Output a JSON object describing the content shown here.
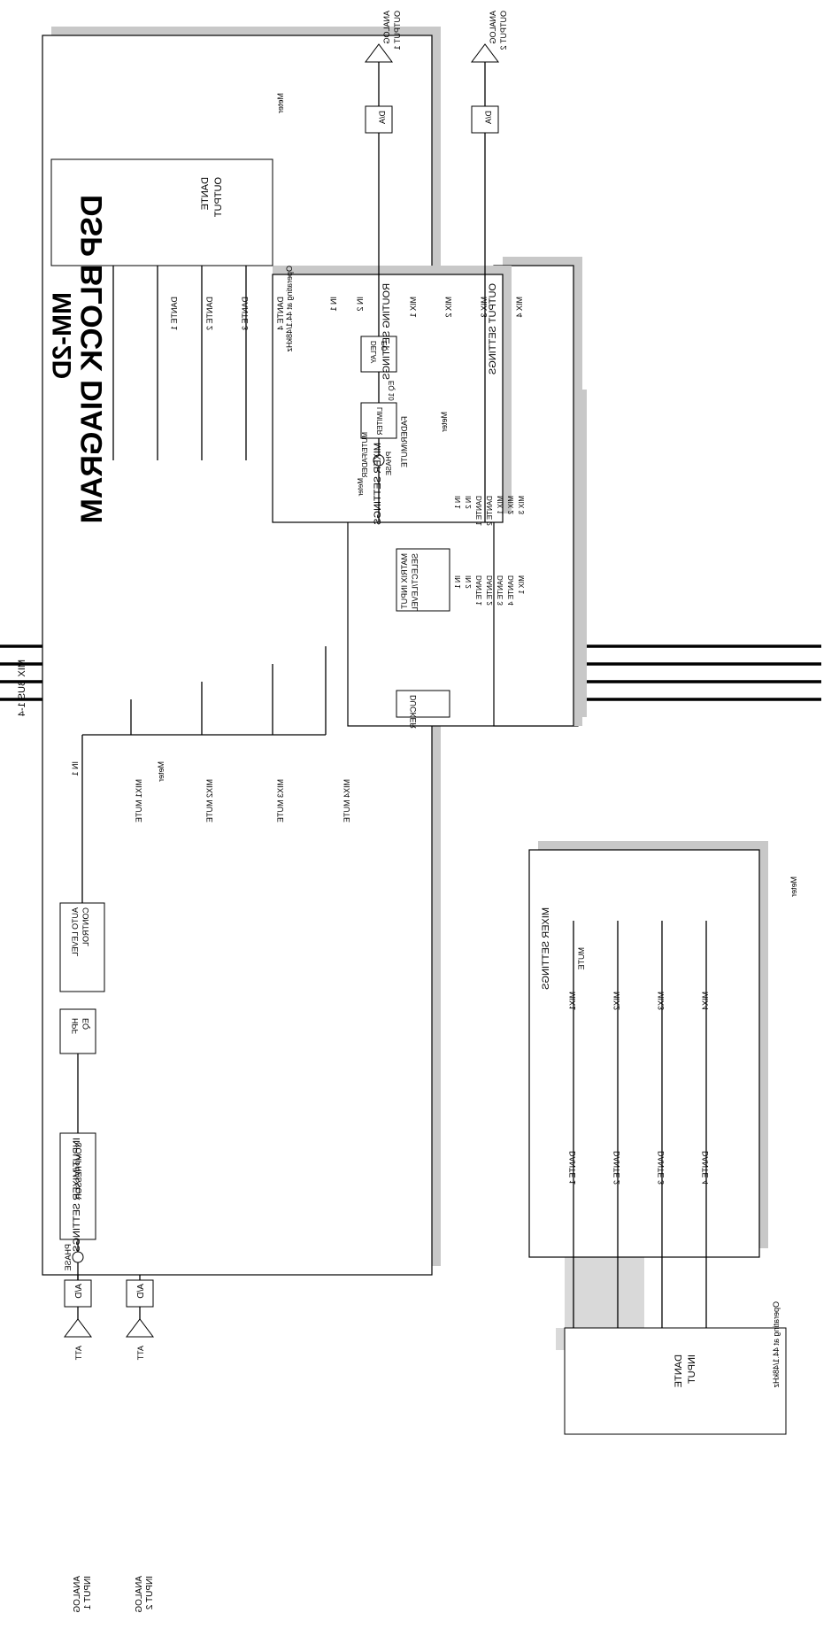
{
  "title": "DSP BLOCK DIAGRAM",
  "model": "MM-2D",
  "inputs": {
    "analog_1": [
      "ANALOG",
      "INPUT 1"
    ],
    "analog_2": [
      "ANALOG",
      "INPUT 2"
    ],
    "ad_label": "A/D",
    "att_label": "ATT",
    "dante_input": [
      "DANTE",
      "INPUT"
    ]
  },
  "input_mixer": {
    "title": "INPUT/MIXER SETTINGS",
    "phase": "PHASE",
    "compressor": "COMPRESSOR",
    "hpf": [
      "HPF",
      "EQ"
    ],
    "auto_level": [
      "AUTO LEVEL",
      "CONTROL"
    ],
    "in1": "IN 1",
    "meter": "Meter",
    "mix_mutes": [
      "MIX1 MUTE",
      "MIX2 MUTE",
      "MIX3 MUTE",
      "MIX4 MUTE"
    ]
  },
  "mix_bus": "MIX BUS 1-4",
  "dante_in_mixer": {
    "title": "MIXER SETTINGS",
    "dante_labels": [
      "DANTE 1",
      "DANTE 2",
      "DANTE 3",
      "DANTE 4"
    ],
    "mixes": [
      "MIX1",
      "MIX2",
      "MIX3",
      "MIX4"
    ],
    "mute": "MUTE",
    "meter": "Meter",
    "operating": "Operating at 44.1/48kHz"
  },
  "output_mixer": {
    "title": "MIXER SETTINGS",
    "ducker": "DUCKER",
    "matrix": [
      "MATRIX INPUT",
      "SELECT/LEVEL"
    ],
    "fader_mute": "FADER/MUTE",
    "meter": "Meter",
    "matrix_left": [
      "IN 1",
      "IN 2",
      "DANTE 1",
      "DANTE 2",
      "DANTE 3",
      "DANTE 4",
      "MIX 1"
    ],
    "matrix_right": [
      "IN 1",
      "IN 2",
      "DANTE 1",
      "DANTE 2",
      "MIX 1",
      "MIX 2",
      "MIX 3"
    ]
  },
  "routing": {
    "title": "ROUTING SETTINGS",
    "items": [
      "DANTE 1",
      "DANTE 2",
      "DANTE 3",
      "DANTE 4",
      "IN 1",
      "IN 2",
      "MIX 1",
      "MIX 2",
      "MIX 3",
      "MIX 4"
    ]
  },
  "dante_output": {
    "label": [
      "DANTE",
      "OUTPUT"
    ],
    "operating": "Operating at 44.1/48kHz",
    "meter": "Meter"
  },
  "output_settings": {
    "title": "OUTPUT SETTINGS",
    "delay": [
      "DELAY",
      "EQ"
    ],
    "dsp_eq": "EQ 10",
    "mute_fader": "MUTE/FADER",
    "limiter": "LIMITER",
    "phase": "PHASE",
    "meter": "Meter",
    "da_label": "D/A",
    "analog_out_1": [
      "ANALOG",
      "OUTPUT 1"
    ],
    "analog_out_2": [
      "ANALOG",
      "OUTPUT 2"
    ]
  }
}
